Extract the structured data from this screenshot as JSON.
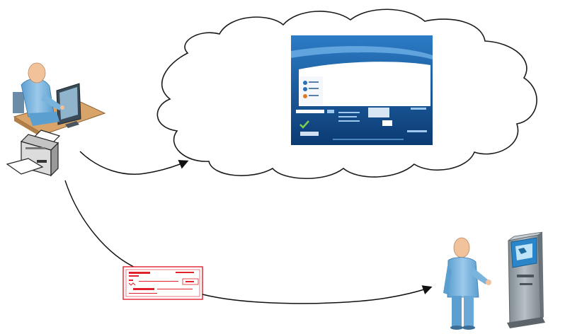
{
  "diagram": {
    "nodes": [
      {
        "id": "user-at-computer",
        "icon": "person-at-desk-icon"
      },
      {
        "id": "printer",
        "icon": "printer-icon"
      },
      {
        "id": "cloud-website",
        "icon": "cloud-icon"
      },
      {
        "id": "paper-check",
        "icon": "check-document-icon"
      },
      {
        "id": "person-at-kiosk",
        "icon": "person-icon"
      },
      {
        "id": "atm-kiosk",
        "icon": "atm-kiosk-icon"
      }
    ],
    "edges": [
      {
        "from": "printer",
        "to": "cloud-website"
      },
      {
        "from": "printer",
        "to": "person-at-kiosk",
        "via": "paper-check"
      }
    ],
    "colors": {
      "cloud_stroke": "#222222",
      "website_blue": "#1a5fa8",
      "website_dark": "#0d3f7a",
      "check_red": "#e0202a",
      "person_blue": "#7ab4dc",
      "skin": "#f2c29a",
      "desk": "#d8a46a",
      "kiosk_gray": "#9aa3ab",
      "kiosk_screen": "#2a86c8"
    }
  }
}
